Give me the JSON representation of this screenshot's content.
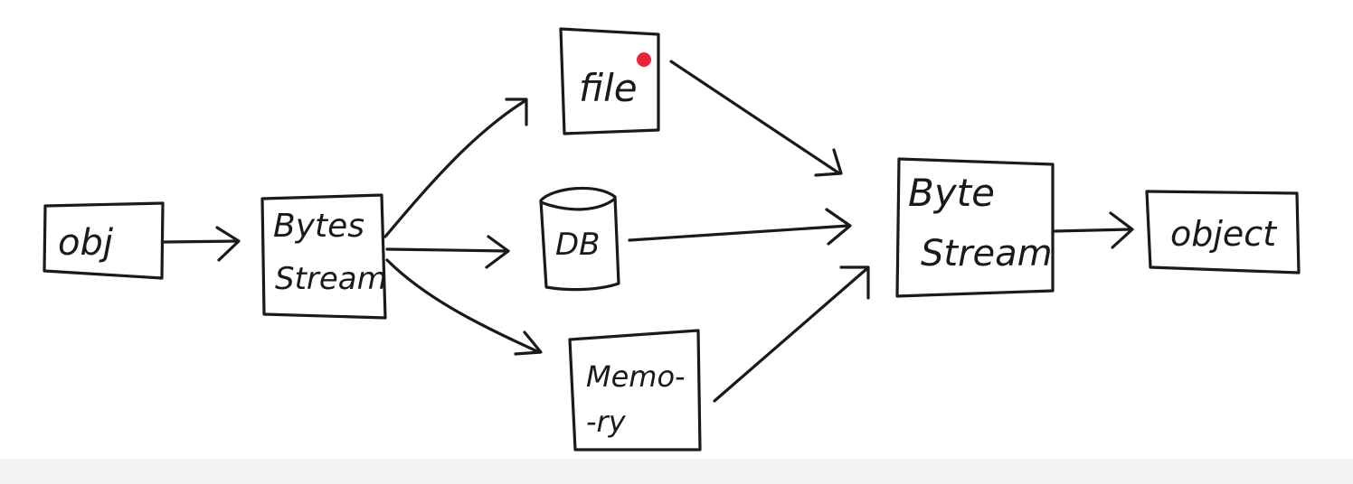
{
  "nodes": {
    "obj": "obj",
    "bytes_stream_1": "Bytes",
    "bytes_stream_2": "Stream",
    "file": "file",
    "db": "DB",
    "memory_1": "Memo-",
    "memory_2": "-ry",
    "byte_stream_1": "Byte",
    "byte_stream_2": "Stream",
    "object": "object"
  },
  "colors": {
    "ink": "#1a1a1a",
    "cursor_dot": "#e8253a",
    "background": "#ffffff"
  }
}
